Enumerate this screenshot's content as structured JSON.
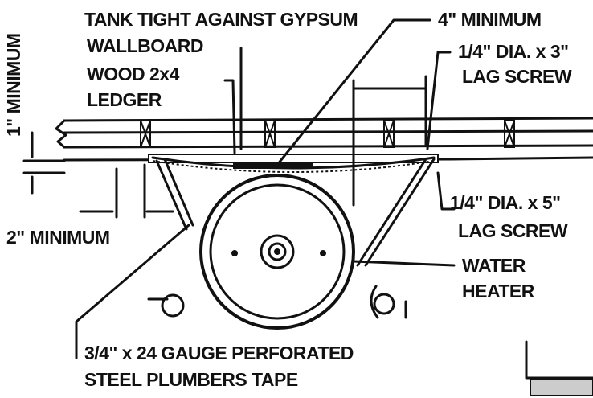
{
  "labels": {
    "tank_tight": "TANK TIGHT AGAINST GYPSUM",
    "wallboard": "WALLBOARD",
    "four_min": "4\" MINIMUM",
    "wood_ledger_1": "WOOD 2x4",
    "wood_ledger_2": "LEDGER",
    "lag3_1": "1/4\" DIA. x 3\"",
    "lag3_2": "LAG SCREW",
    "one_min": "1\" MINIMUM",
    "lag5_1": "1/4\" DIA. x 5\"",
    "lag5_2": "LAG SCREW",
    "two_min": "2\" MINIMUM",
    "water_1": "WATER",
    "water_2": "HEATER",
    "tape_1": "3/4\" x 24 GAUGE PERFORATED",
    "tape_2": "STEEL PLUMBERS TAPE"
  },
  "colors": {
    "ink": "#111111",
    "paper": "#ffffff"
  }
}
